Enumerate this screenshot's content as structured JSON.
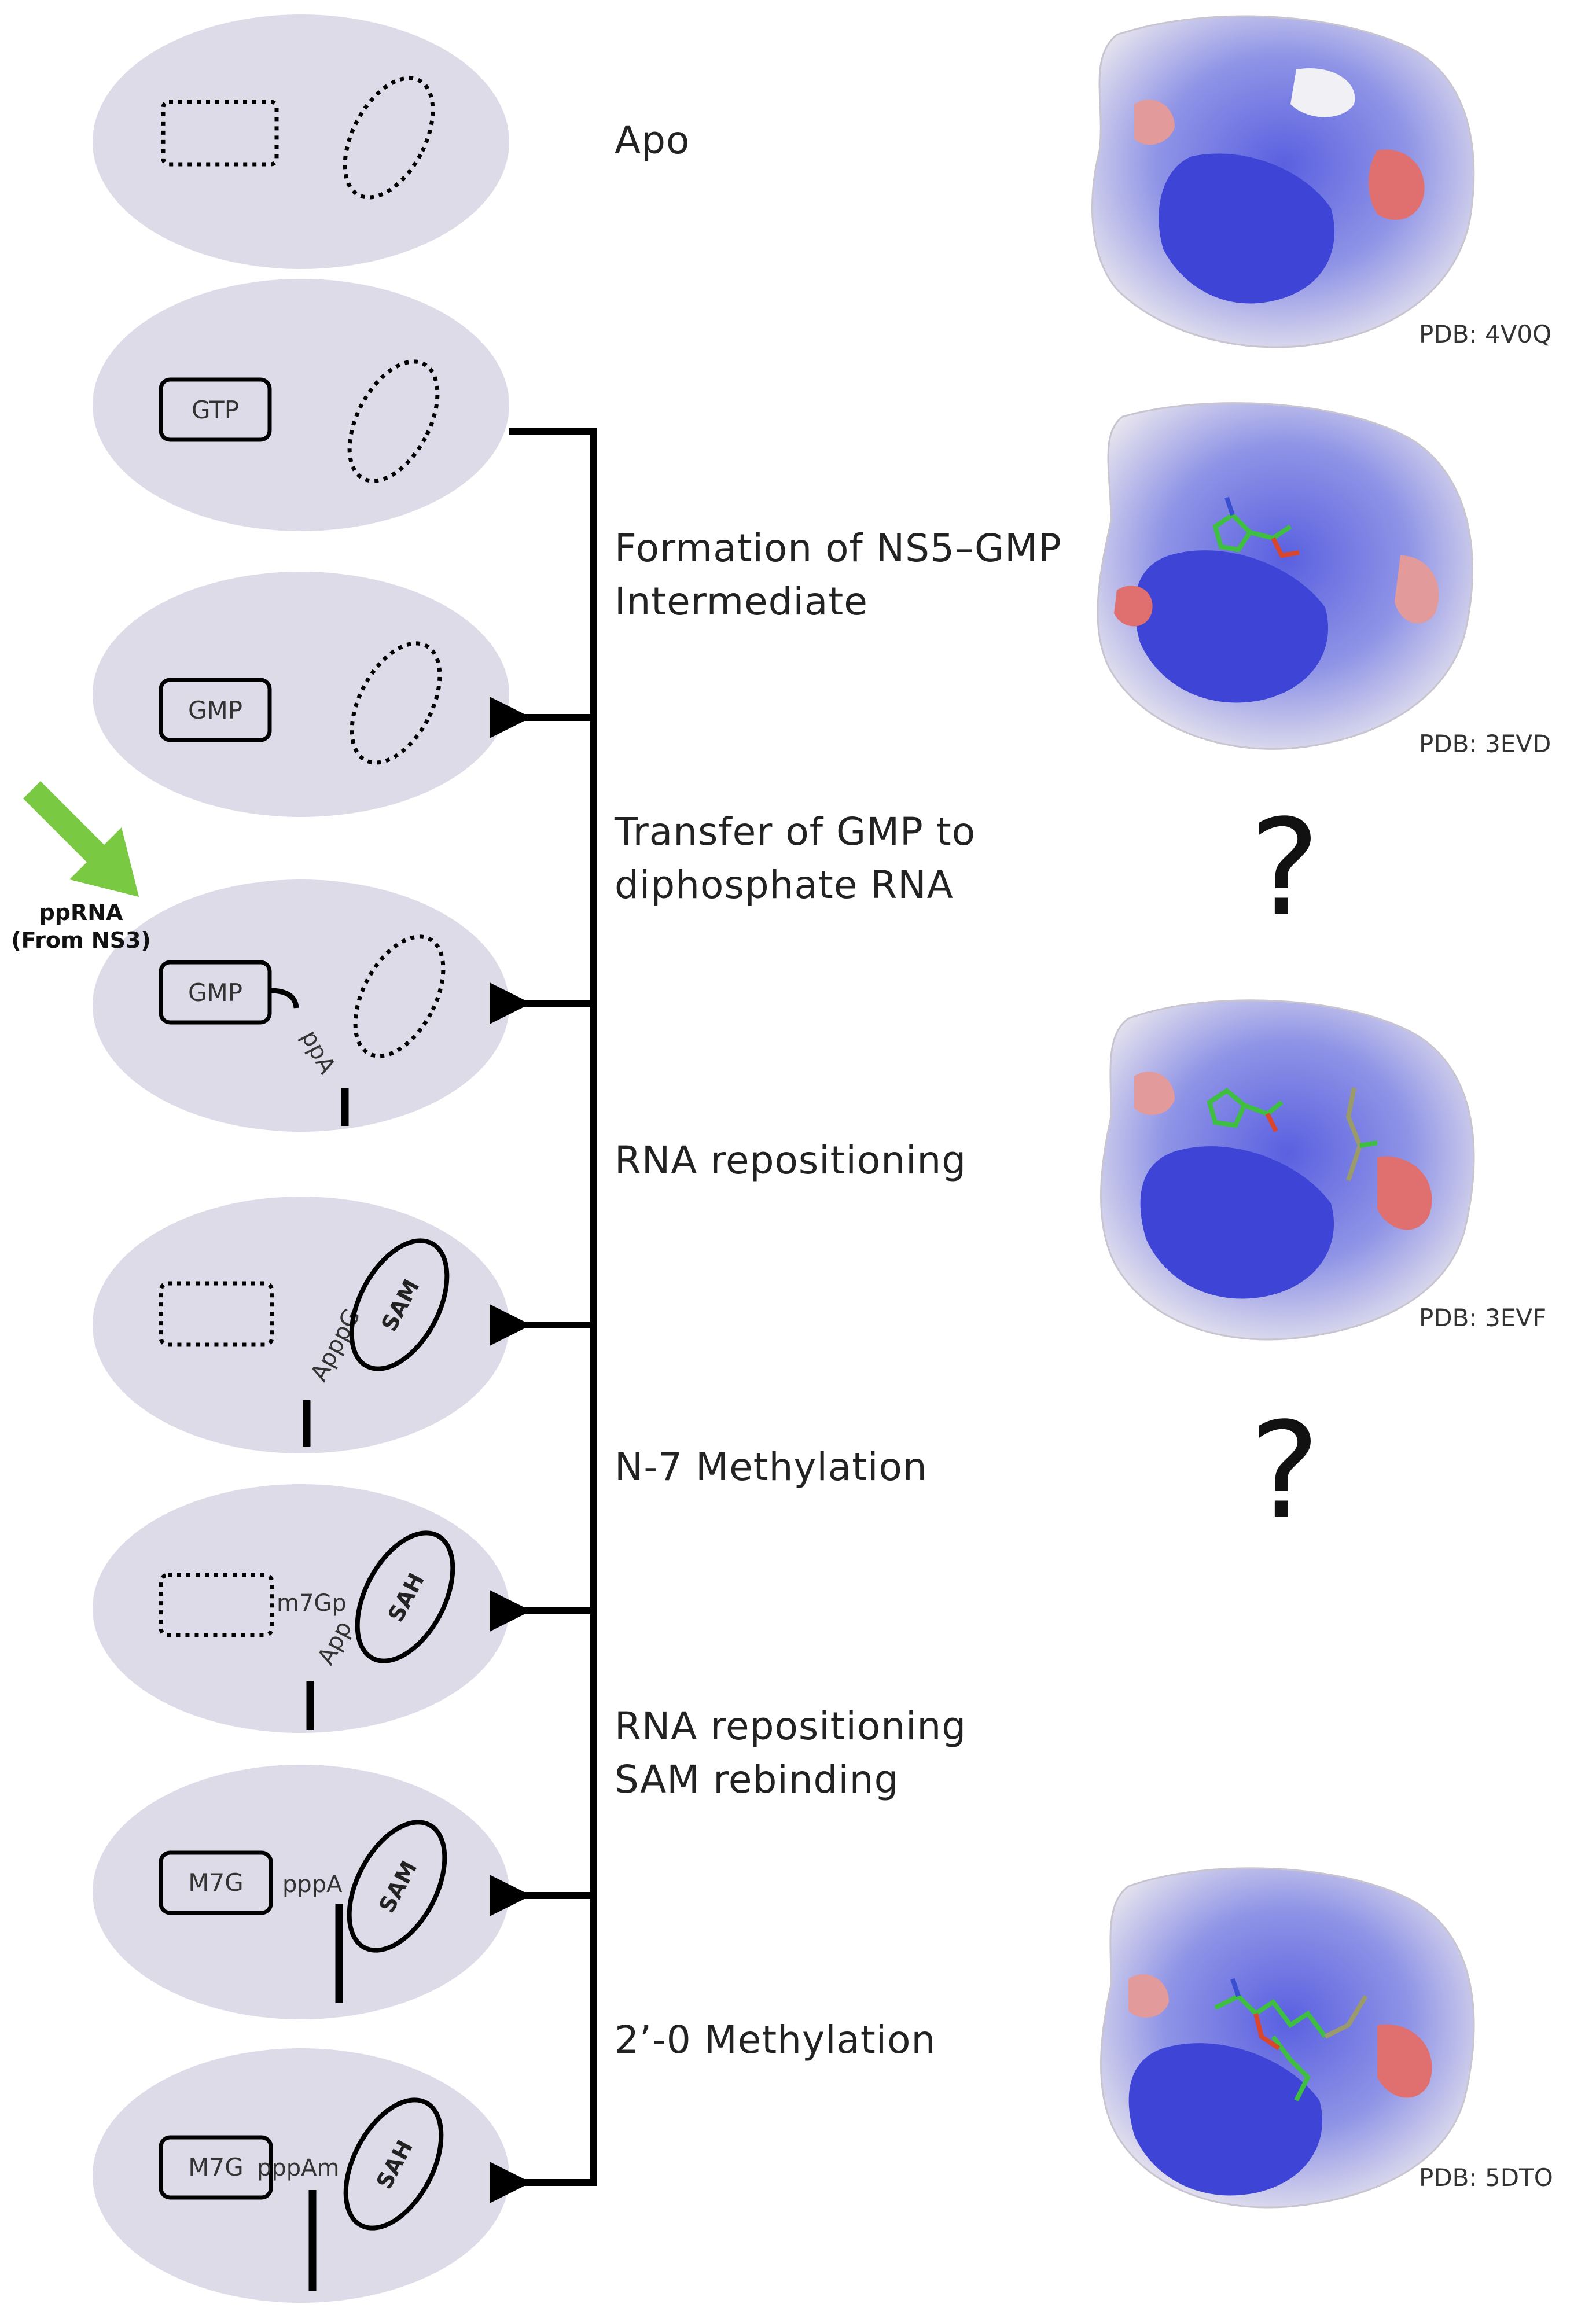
{
  "steps": {
    "apo": "Apo",
    "formation_l1": "Formation of NS5–GMP",
    "formation_l2": "Intermediate",
    "transfer_l1": "Transfer of GMP to",
    "transfer_l2": "diphosphate RNA",
    "repositioning": "RNA repositioning",
    "n7": "N-7 Methylation",
    "repos_sam_l1": "RNA repositioning",
    "repos_sam_l2": "SAM rebinding",
    "o2": "2’-0 Methylation"
  },
  "states": {
    "s2_box": "GTP",
    "s3_box": "GMP",
    "s4_box": "GMP",
    "s4_rna": "ppA",
    "s5_rna": "ApppG",
    "s5_site": "SAM",
    "s6_rna1": "m7Gp",
    "s6_rna2": "App",
    "s6_site": "SAH",
    "s7_box": "M7G",
    "s7_rna": "pppA",
    "s7_site": "SAM",
    "s8_box": "M7G",
    "s8_rna": "pppAm",
    "s8_site": "SAH"
  },
  "input_note": {
    "line1": "ppRNA",
    "line2": "(From NS3)",
    "arrow_color": "#7ac943"
  },
  "structures": {
    "pdb1": "PDB: 4V0Q",
    "pdb2": "PDB: 3EVD",
    "pdb3": "PDB: 3EVF",
    "pdb4": "PDB: 5DTO",
    "unknown1": "?",
    "unknown2": "?"
  },
  "colors": {
    "ellipse_fill": "#dedbe8",
    "surface_blue": "#4a50d8",
    "surface_red": "#e07070",
    "surface_white": "#f1f0f4",
    "ligand_green": "#3fbf3f"
  }
}
